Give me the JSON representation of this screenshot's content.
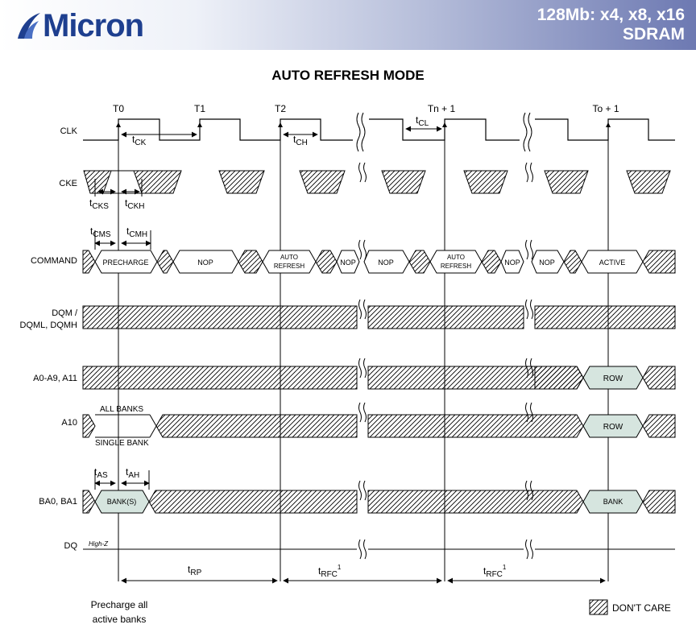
{
  "header": {
    "logo_text": "Micron",
    "title_line1": "128Mb: x4, x8, x16",
    "title_line2": "SDRAM"
  },
  "page_title": "AUTO REFRESH MODE",
  "clock_labels": [
    "T0",
    "T1",
    "T2",
    "Tn + 1",
    "To + 1"
  ],
  "signals": {
    "clk": "CLK",
    "cke": "CKE",
    "command": "COMMAND",
    "dqm_line1": "DQM /",
    "dqm_line2": "DQML, DQMH",
    "addr": "A0-A9, A11",
    "a10": "A10",
    "ba": "BA0, BA1",
    "dq": "DQ"
  },
  "timing": {
    "tck": {
      "t": "t",
      "sub": "CK"
    },
    "tch": {
      "t": "t",
      "sub": "CH"
    },
    "tcl": {
      "t": "t",
      "sub": "CL"
    },
    "tcks": {
      "t": "t",
      "sub": "CKS"
    },
    "tckh": {
      "t": "t",
      "sub": "CKH"
    },
    "tcms": {
      "t": "t",
      "sub": "CMS"
    },
    "tcmh": {
      "t": "t",
      "sub": "CMH"
    },
    "tas": {
      "t": "t",
      "sub": "AS"
    },
    "tah": {
      "t": "t",
      "sub": "AH"
    },
    "trp": {
      "t": "t",
      "sub": "RP"
    },
    "trfc1": {
      "t": "t",
      "sub": "RFC",
      "sup": "1"
    },
    "trfc2": {
      "t": "t",
      "sub": "RFC",
      "sup": "1"
    }
  },
  "commands": {
    "precharge": "PRECHARGE",
    "nop1": "NOP",
    "auto_refresh1_l1": "AUTO",
    "auto_refresh1_l2": "REFRESH",
    "nop2": "NOP",
    "nop3": "NOP",
    "auto_refresh2_l1": "AUTO",
    "auto_refresh2_l2": "REFRESH",
    "nop4": "NOP",
    "nop5": "NOP",
    "active": "ACTIVE"
  },
  "values": {
    "row1": "ROW",
    "row2": "ROW",
    "banks": "BANK(S)",
    "bank": "BANK",
    "all_banks": "ALL BANKS",
    "single_bank": "SINGLE BANK",
    "high_z": "High-Z"
  },
  "notes": {
    "precharge_line1": "Precharge all",
    "precharge_line2": "active banks",
    "legend": "DON'T CARE"
  },
  "colors": {
    "header_brand": "#1e3f8f",
    "value_fill": "#d6e5df",
    "hatch": "#000000"
  }
}
